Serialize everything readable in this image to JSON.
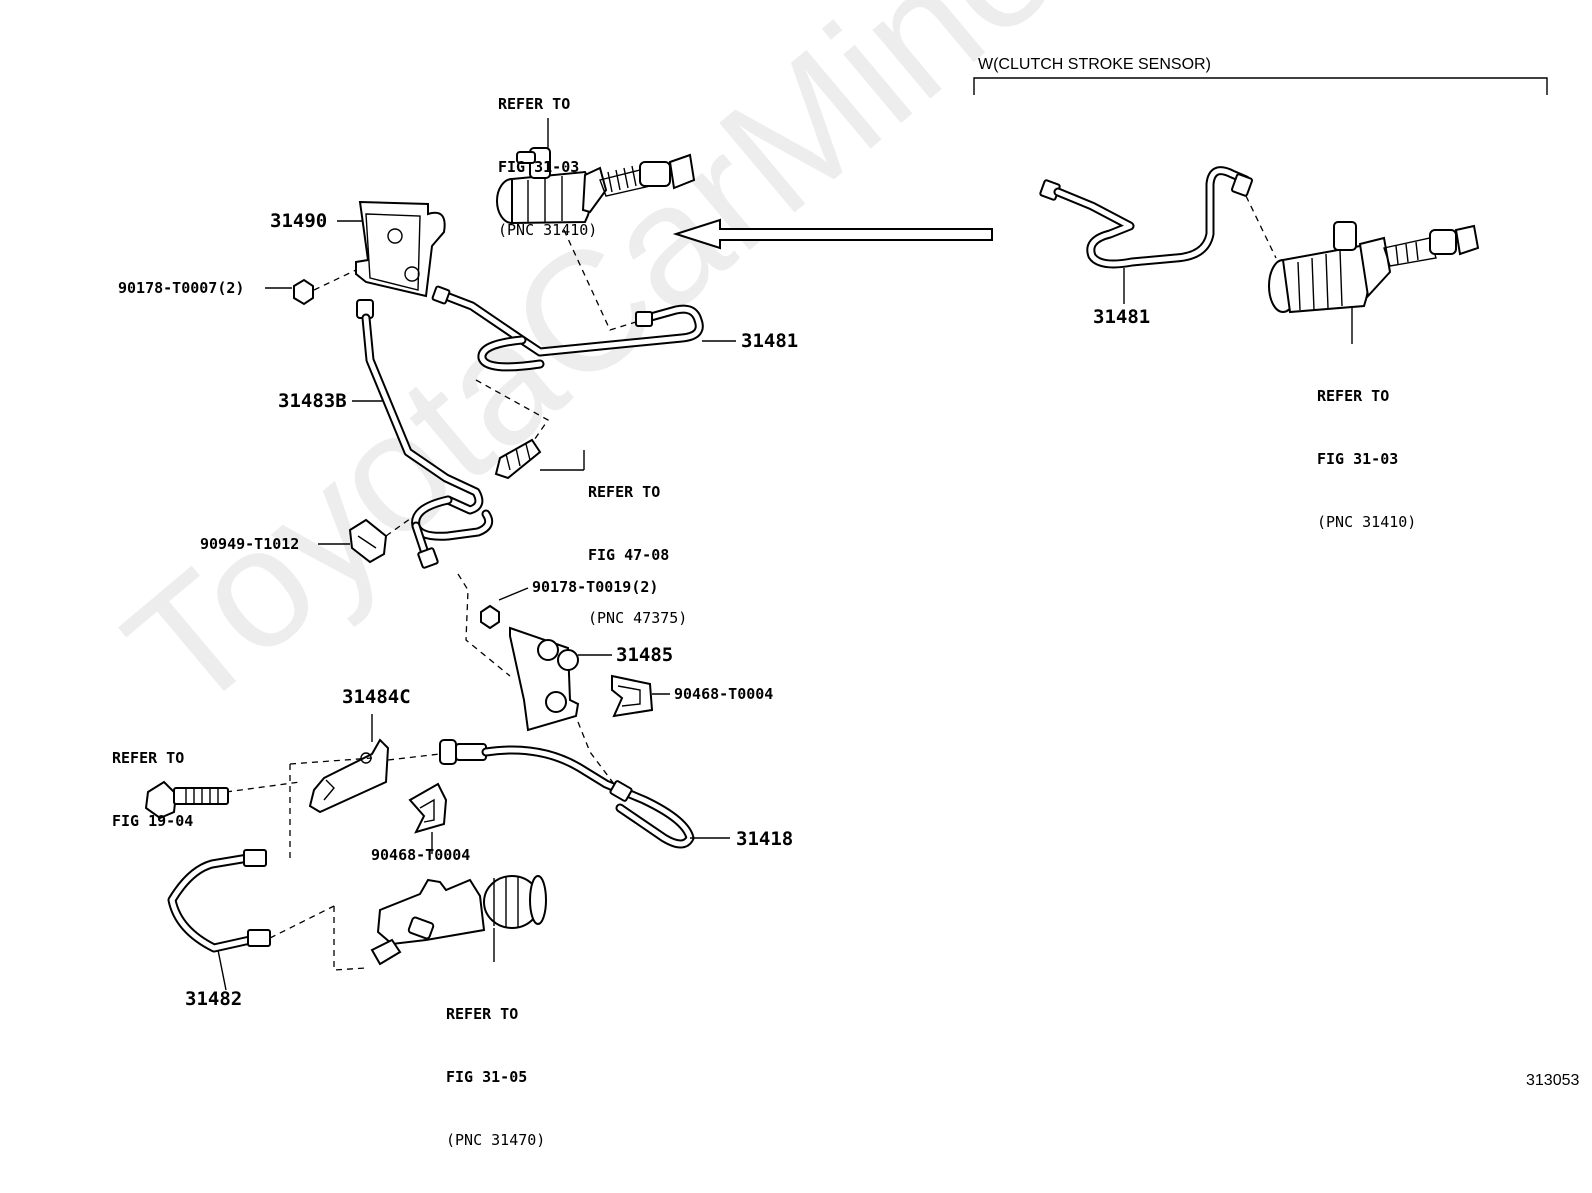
{
  "watermark": "ToyotaCarMine.ru",
  "sensor_section_title": "W(CLUTCH STROKE SENSOR)",
  "figure_number": "313053",
  "part_numbers": {
    "p31490": "31490",
    "p90178_t0007": "90178-T0007(2)",
    "p31481_main": "31481",
    "p31483b": "31483B",
    "p90949_t1012": "90949-T1012",
    "p90178_t0019": "90178-T0019(2)",
    "p31485": "31485",
    "p90468_t0004_right": "90468-T0004",
    "p31484c": "31484C",
    "p90468_t0004_lower": "90468-T0004",
    "p31418": "31418",
    "p31482": "31482",
    "p31481_sensor": "31481"
  },
  "references": {
    "top_master": {
      "line1": "REFER TO",
      "line2": "FIG 31-03",
      "line3": "(PNC 31410)"
    },
    "clamp": {
      "line1": "REFER TO",
      "line2": "FIG 47-08",
      "line3": "(PNC 47375)"
    },
    "bolt": {
      "line1": "REFER TO",
      "line2": "FIG 19-04"
    },
    "release_cylinder": {
      "line1": "REFER TO",
      "line2": "FIG 31-05",
      "line3": "(PNC 31470)"
    },
    "sensor_master": {
      "line1": "REFER TO",
      "line2": "FIG 31-03",
      "line3": "(PNC 31410)"
    }
  }
}
